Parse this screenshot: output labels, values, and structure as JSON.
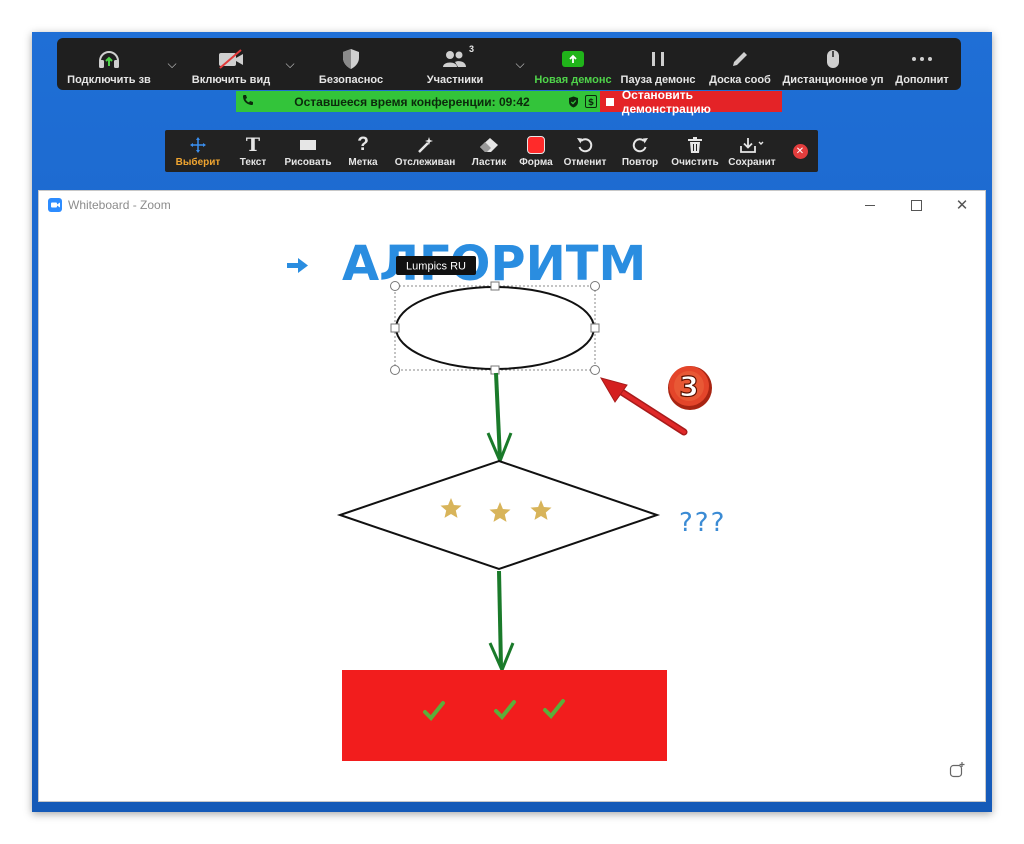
{
  "meeting_bar": {
    "audio_label": "Подключить зв",
    "video_label": "Включить вид",
    "security_label": "Безопаснос",
    "participants_label": "Участники",
    "participants_count": "3",
    "new_share_label": "Новая демонс",
    "pause_share_label": "Пауза демонс",
    "whiteboard_label": "Доска сооб",
    "remote_label": "Дистанционное уп",
    "more_label": "Дополнит"
  },
  "status_bar": {
    "time_remaining": "Оставшееся время конференции: 09:42",
    "stop_share_label": "Остановить демонстрацию"
  },
  "annotation_toolbar": {
    "select_label": "Выберит",
    "text_label": "Текст",
    "draw_label": "Рисовать",
    "stamp_label": "Метка",
    "spotlight_label": "Отслеживан",
    "eraser_label": "Ластик",
    "format_label": "Форма",
    "undo_label": "Отменит",
    "redo_label": "Повтор",
    "clear_label": "Очистить",
    "save_label": "Сохранит",
    "format_color": "#ff2a2a"
  },
  "whiteboard": {
    "window_title": "Whiteboard - Zoom",
    "heading": "АЛГОРИТМ",
    "heading_color": "#2a8de0",
    "tooltip": "Lumpics RU",
    "question_marks": "???",
    "step_badge": "3",
    "arrow_color": "#1a7a2a",
    "rect_color": "#f21d1d",
    "star_color": "#d8b45a",
    "check_color": "#5cae3a",
    "stars_count": 3,
    "checks_count": 3
  }
}
